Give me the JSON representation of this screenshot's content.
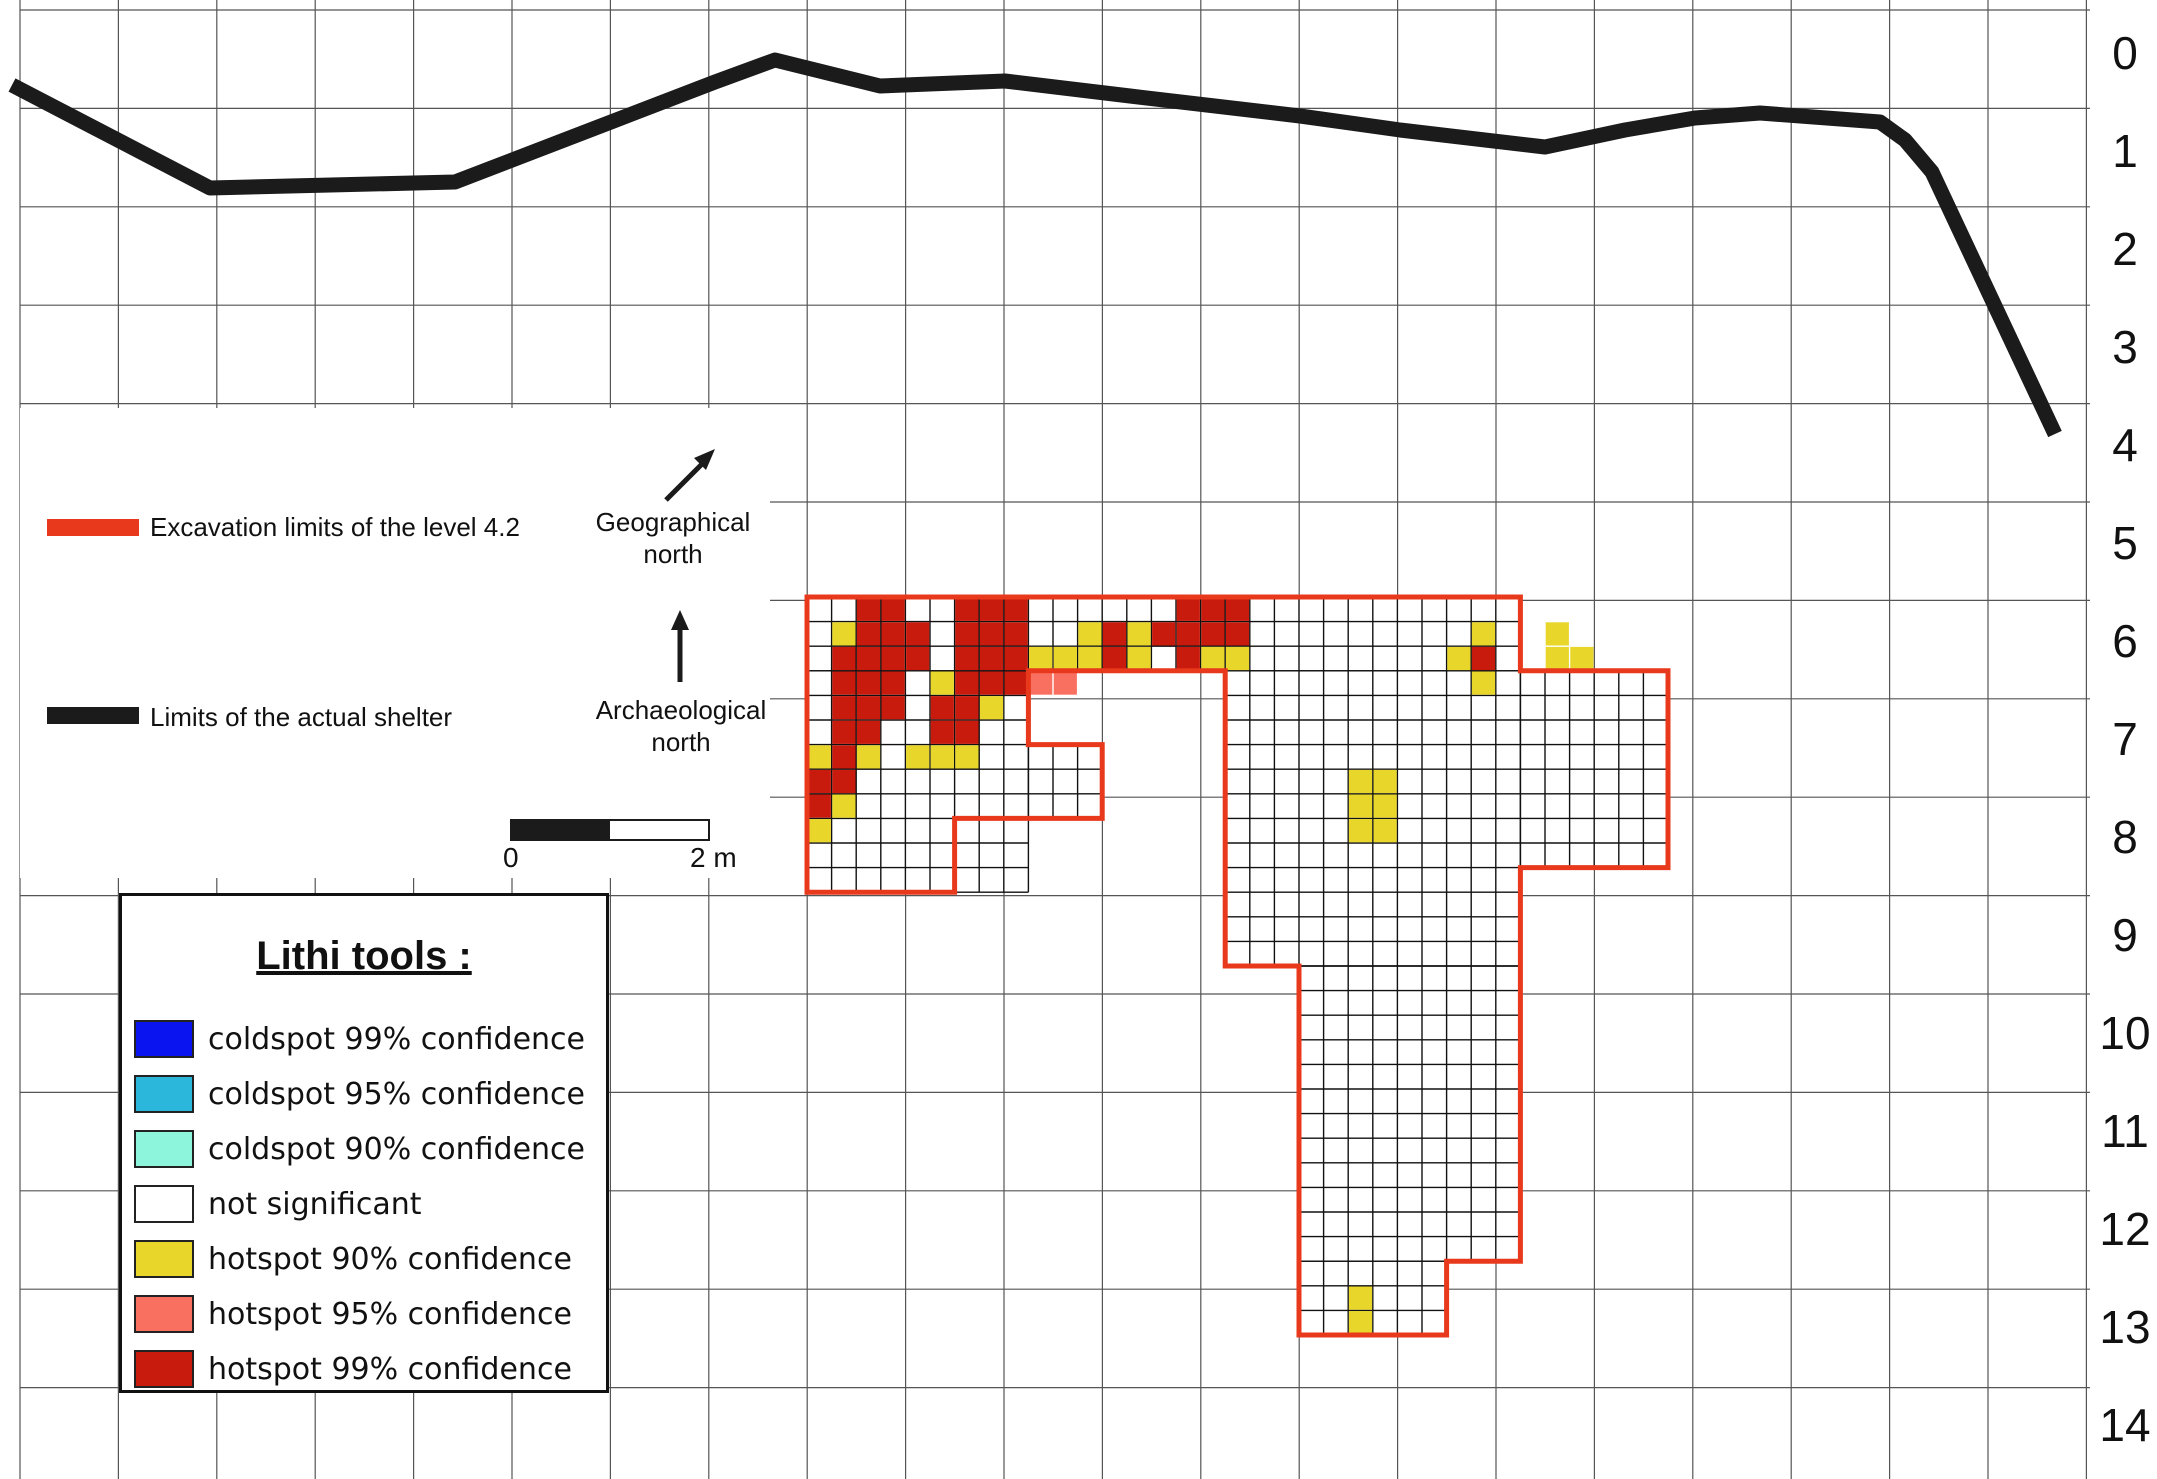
{
  "row_labels": [
    "0",
    "1",
    "2",
    "3",
    "4",
    "5",
    "6",
    "7",
    "8",
    "9",
    "10",
    "11",
    "12",
    "13",
    "14"
  ],
  "key": {
    "excavation_label": "Excavation limits of the level 4.2",
    "excavation_color": "#e8391c",
    "shelter_label": "Limits of the actual shelter",
    "shelter_color": "#1b1b1b"
  },
  "north": {
    "geographical_line1": "Geographical",
    "geographical_line2": "north",
    "archaeological_line1": "Archaeological",
    "archaeological_line2": "north"
  },
  "scale": {
    "start_label": "0",
    "end_label": "2 m"
  },
  "legend": {
    "title": "Lithi tools :",
    "items": [
      {
        "label": "coldspot 99% confidence",
        "color": "#0a14f0"
      },
      {
        "label": "coldspot 95% confidence",
        "color": "#2bb7dc"
      },
      {
        "label": "coldspot 90% confidence",
        "color": "#8cf5dc"
      },
      {
        "label": "not significant",
        "color": "#ffffff"
      },
      {
        "label": "hotspot 90% confidence",
        "color": "#e8d62a"
      },
      {
        "label": "hotspot 95% confidence",
        "color": "#fa7060"
      },
      {
        "label": "hotspot 99% confidence",
        "color": "#c91b0d"
      }
    ]
  }
}
